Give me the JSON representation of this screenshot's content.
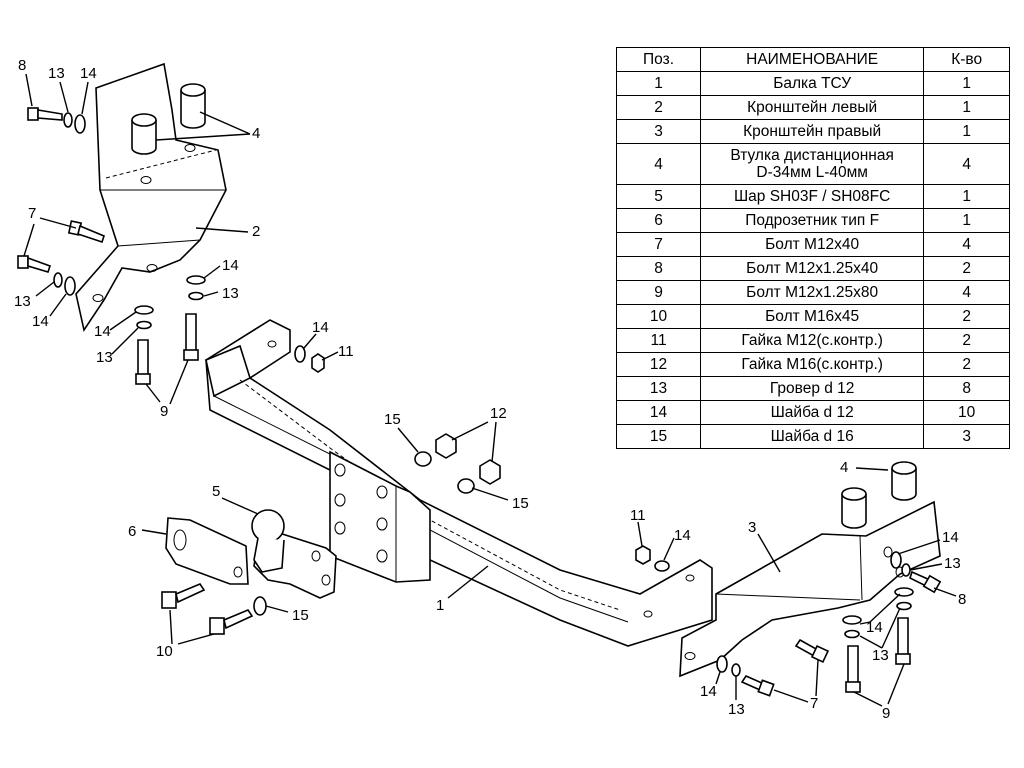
{
  "table": {
    "headers": {
      "pos": "Поз.",
      "name": "НАИМЕНОВАНИЕ",
      "qty": "К-во"
    },
    "rows": [
      {
        "pos": "1",
        "name": "Балка ТСУ",
        "qty": "1"
      },
      {
        "pos": "2",
        "name": "Кронштейн левый",
        "qty": "1"
      },
      {
        "pos": "3",
        "name": "Кронштейн правый",
        "qty": "1"
      },
      {
        "pos": "4",
        "name_line1": "Втулка дистанционная",
        "name_line2": "D-34мм L-40мм",
        "qty": "4"
      },
      {
        "pos": "5",
        "name": "Шар SH03F / SH08FC",
        "qty": "1"
      },
      {
        "pos": "6",
        "name": "Подрозетник тип F",
        "qty": "1"
      },
      {
        "pos": "7",
        "name": "Болт М12х40",
        "qty": "4"
      },
      {
        "pos": "8",
        "name": "Болт М12х1.25х40",
        "qty": "2"
      },
      {
        "pos": "9",
        "name": "Болт М12х1.25х80",
        "qty": "4"
      },
      {
        "pos": "10",
        "name": "Болт М16х45",
        "qty": "2"
      },
      {
        "pos": "11",
        "name": "Гайка М12(с.контр.)",
        "qty": "2"
      },
      {
        "pos": "12",
        "name": "Гайка  М16(с.контр.)",
        "qty": "2"
      },
      {
        "pos": "13",
        "name": "Гровер d 12",
        "qty": "8"
      },
      {
        "pos": "14",
        "name": "Шайба d 12",
        "qty": "10"
      },
      {
        "pos": "15",
        "name": "Шайба d 16",
        "qty": "3"
      }
    ]
  },
  "callouts": {
    "p1": "1",
    "p2": "2",
    "p3": "3",
    "p4": "4",
    "p5": "5",
    "p6": "6",
    "p7": "7",
    "p8": "8",
    "p9": "9",
    "p10": "10",
    "p11": "11",
    "p12": "12",
    "p13": "13",
    "p14": "14",
    "p15": "15"
  }
}
